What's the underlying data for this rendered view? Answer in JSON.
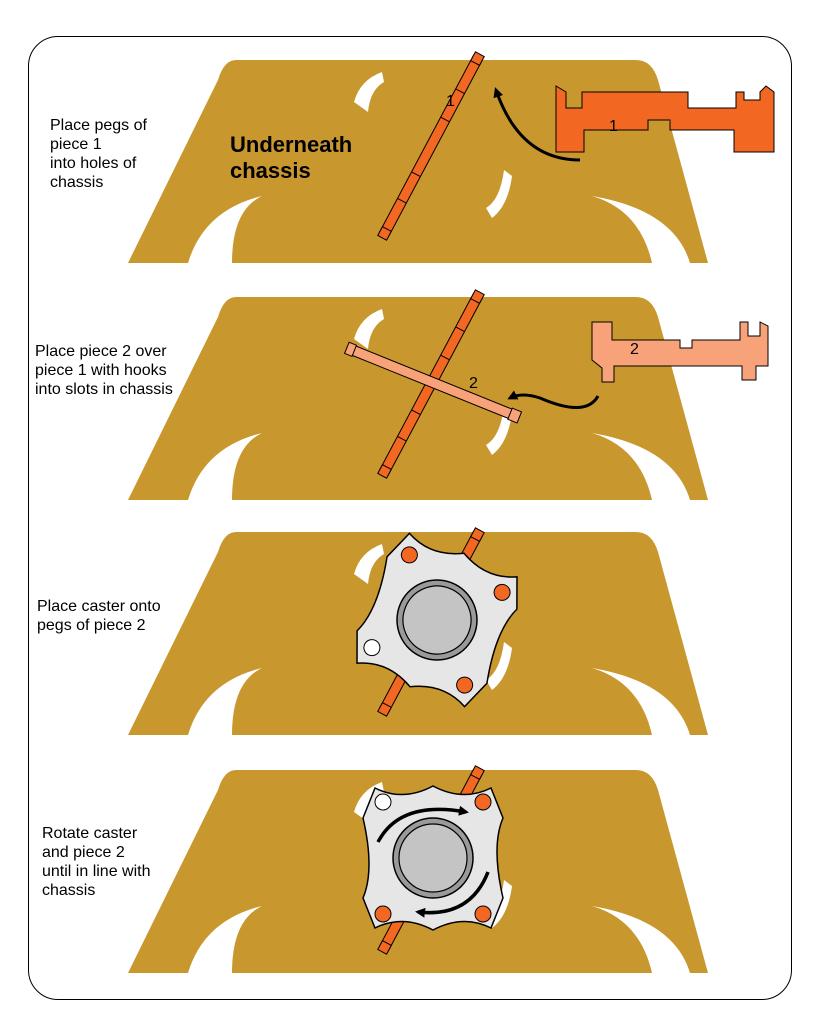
{
  "title": "Underneath\nchassis",
  "colors": {
    "chassis": "#C8972E",
    "piece1": "#F26722",
    "piece2": "#F8A27A",
    "caster_plate": "#E6E6E6",
    "wheel": "#C4C4C4"
  },
  "steps": [
    {
      "text": "Place pegs of\npiece 1\ninto holes of\nchassis"
    },
    {
      "text": "Place piece 2 over\npiece 1 with hooks\ninto slots in chassis"
    },
    {
      "text": "Place caster onto\npegs of piece 2"
    },
    {
      "text": "Rotate caster\nand piece 2\nuntil in line with\nchassis"
    }
  ],
  "labels": {
    "piece1_number": "1",
    "piece2_number": "2"
  }
}
